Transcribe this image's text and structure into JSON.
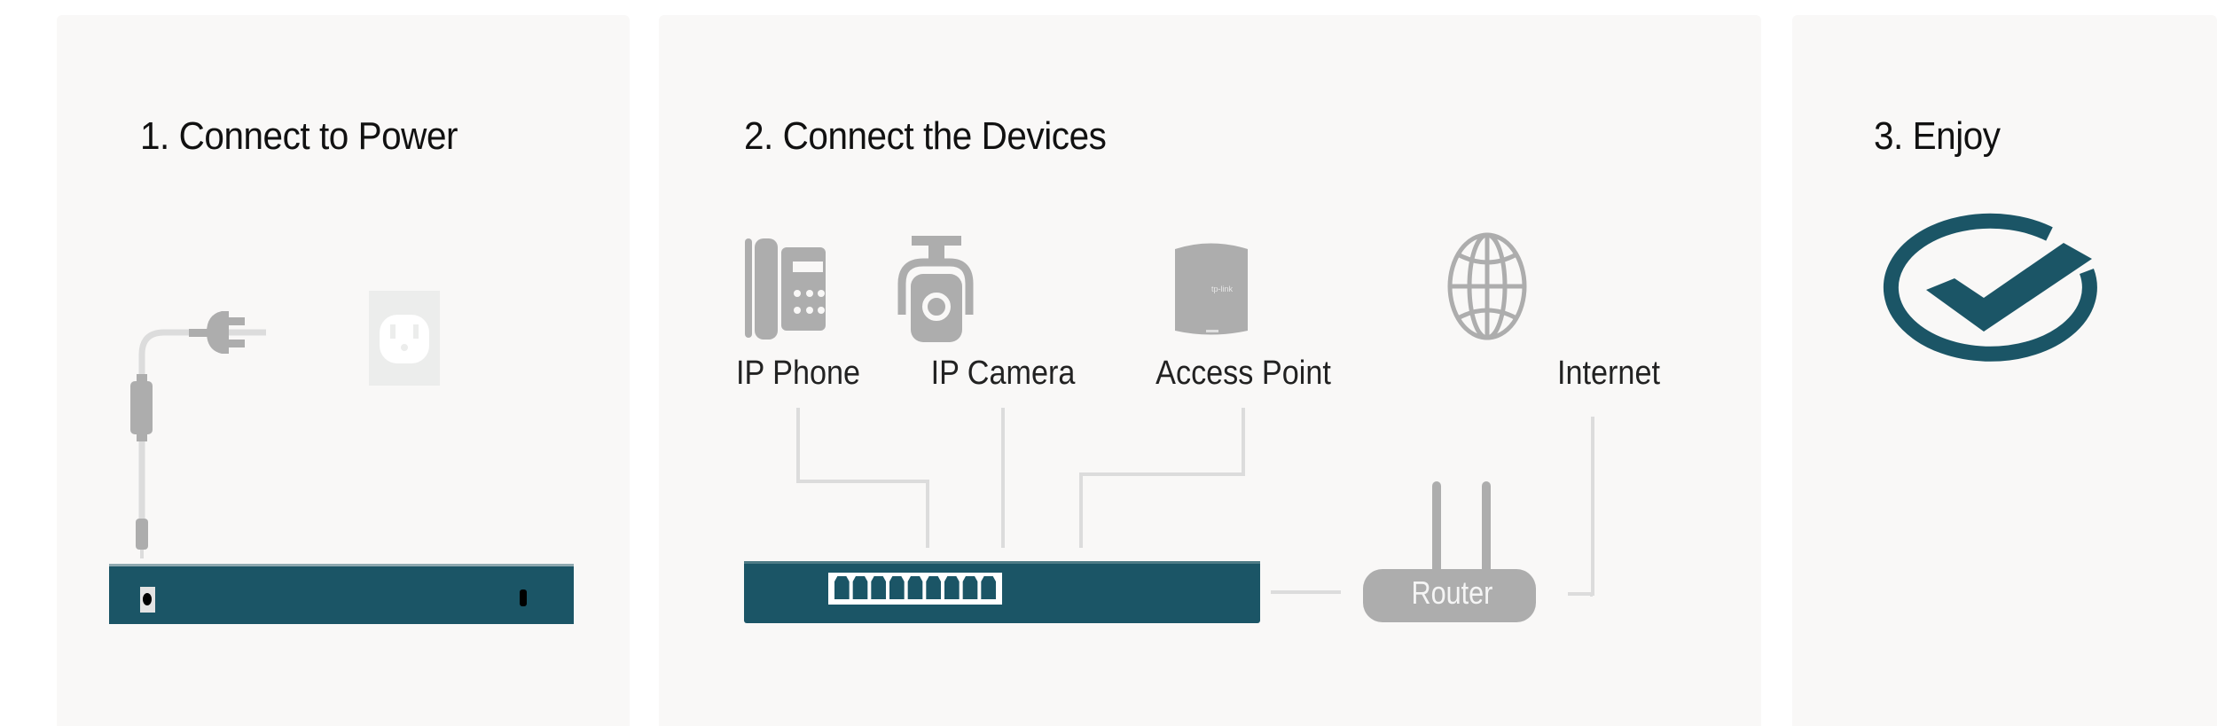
{
  "colors": {
    "panel_bg": "#f9f8f7",
    "switch": "#1b5566",
    "icon_gray": "#adadad",
    "line_gray": "#dcdcdc",
    "check": "#1b5566"
  },
  "steps": [
    {
      "title": "1. Connect to Power",
      "icons": [
        "power-plug-icon",
        "wall-outlet-icon",
        "switch-rear-icon"
      ]
    },
    {
      "title": "2. Connect the Devices",
      "devices": [
        {
          "label": "IP Phone",
          "icon": "ip-phone-icon"
        },
        {
          "label": "IP Camera",
          "icon": "ip-camera-icon"
        },
        {
          "label": "Access Point",
          "icon": "access-point-icon"
        },
        {
          "label": "Internet",
          "icon": "globe-icon"
        }
      ],
      "switch_port_count": 9,
      "router_label": "Router"
    },
    {
      "title": "3. Enjoy",
      "icons": [
        "check-circle-icon"
      ]
    }
  ]
}
